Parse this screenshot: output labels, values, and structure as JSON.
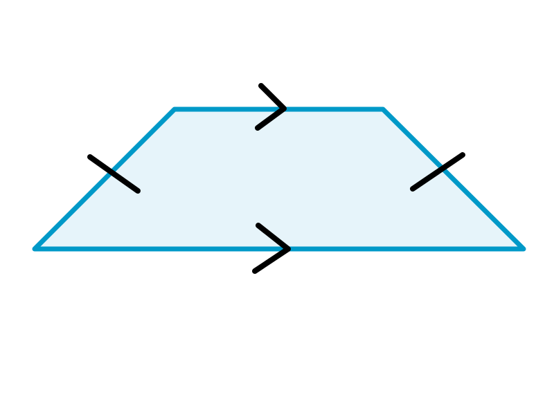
{
  "figure": {
    "shape": "isosceles-trapezoid",
    "colors": {
      "background": "#ffffff",
      "fill": "#e6f4fa",
      "outline": "#0099c8",
      "marks": "#000000"
    },
    "parallel_sides": [
      "top-base",
      "bottom-base"
    ],
    "equal_sides": [
      "left-leg",
      "right-leg"
    ],
    "marks": {
      "parallel_arrows_per_base": 1,
      "tick_marks_per_leg": 1
    }
  }
}
